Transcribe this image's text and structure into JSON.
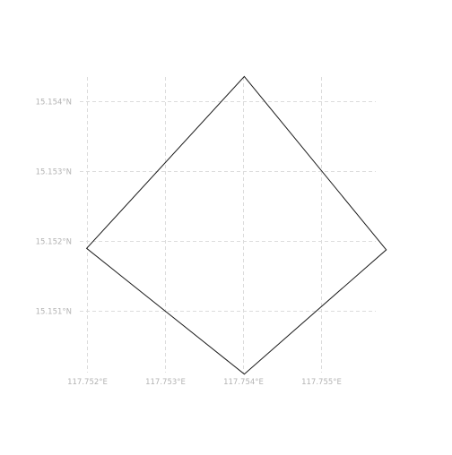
{
  "map": {
    "lon_ticks": [
      {
        "value": 117.752,
        "label": "117.752°E"
      },
      {
        "value": 117.753,
        "label": "117.753°E"
      },
      {
        "value": 117.754,
        "label": "117.754°E"
      },
      {
        "value": 117.755,
        "label": "117.755°E"
      }
    ],
    "lat_ticks": [
      {
        "value": 15.154,
        "label": "15.154°N"
      },
      {
        "value": 15.153,
        "label": "15.153°N"
      },
      {
        "value": 15.152,
        "label": "15.152°N"
      },
      {
        "value": 15.151,
        "label": "15.151°N"
      }
    ],
    "polygon": [
      {
        "lon": 117.75401,
        "lat": 15.15436
      },
      {
        "lon": 117.75583,
        "lat": 15.15188
      },
      {
        "lon": 117.75401,
        "lat": 15.1501
      },
      {
        "lon": 117.75199,
        "lat": 15.1519
      }
    ],
    "grid": true,
    "colors": {
      "polygon_stroke": "#1a1a1a",
      "gridline": "#dcdcdc",
      "tick_label": "#b3b3b3"
    }
  }
}
